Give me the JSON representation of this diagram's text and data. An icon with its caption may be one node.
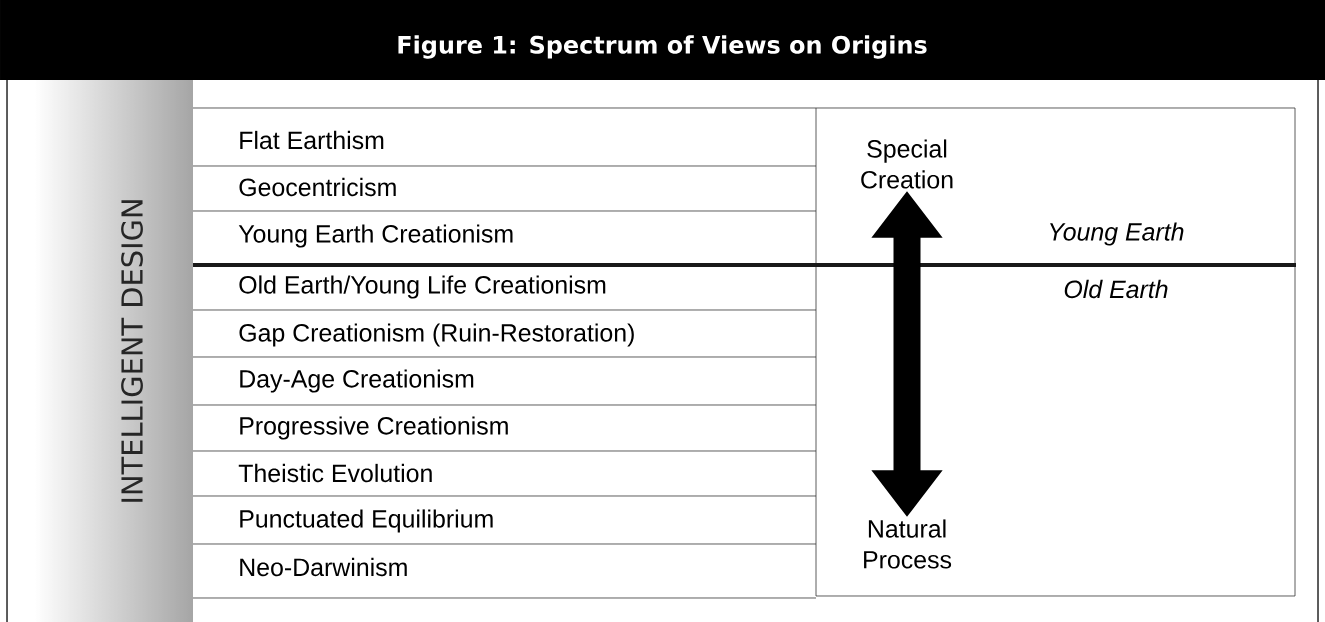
{
  "diagram": {
    "title": "Figure 1: Spectrum of Views on Origins",
    "nodes": [
      {
        "text": [
          "INTELLIGENT DESIGN"
        ]
      },
      {
        "text": [
          "Special Creation"
        ]
      },
      {
        "text": [
          "Natural Process"
        ]
      }
    ],
    "edges": [
      {
        "from": 1,
        "to": 2,
        "arrow": "both"
      }
    ],
    "labels": [
      "Flat Earthism",
      "Geocentricism",
      "Young Earth Creationism",
      "Young Earth",
      "Old Earth/Young Life Creationism",
      "Old Earth",
      "Gap Creationism (Ruin-Restoration)",
      "Day-Age Creationism",
      "Progressive Creationism",
      "Theistic Evolution",
      "Punctuated Equilibrium",
      "Neo-Darwinism"
    ]
  }
}
